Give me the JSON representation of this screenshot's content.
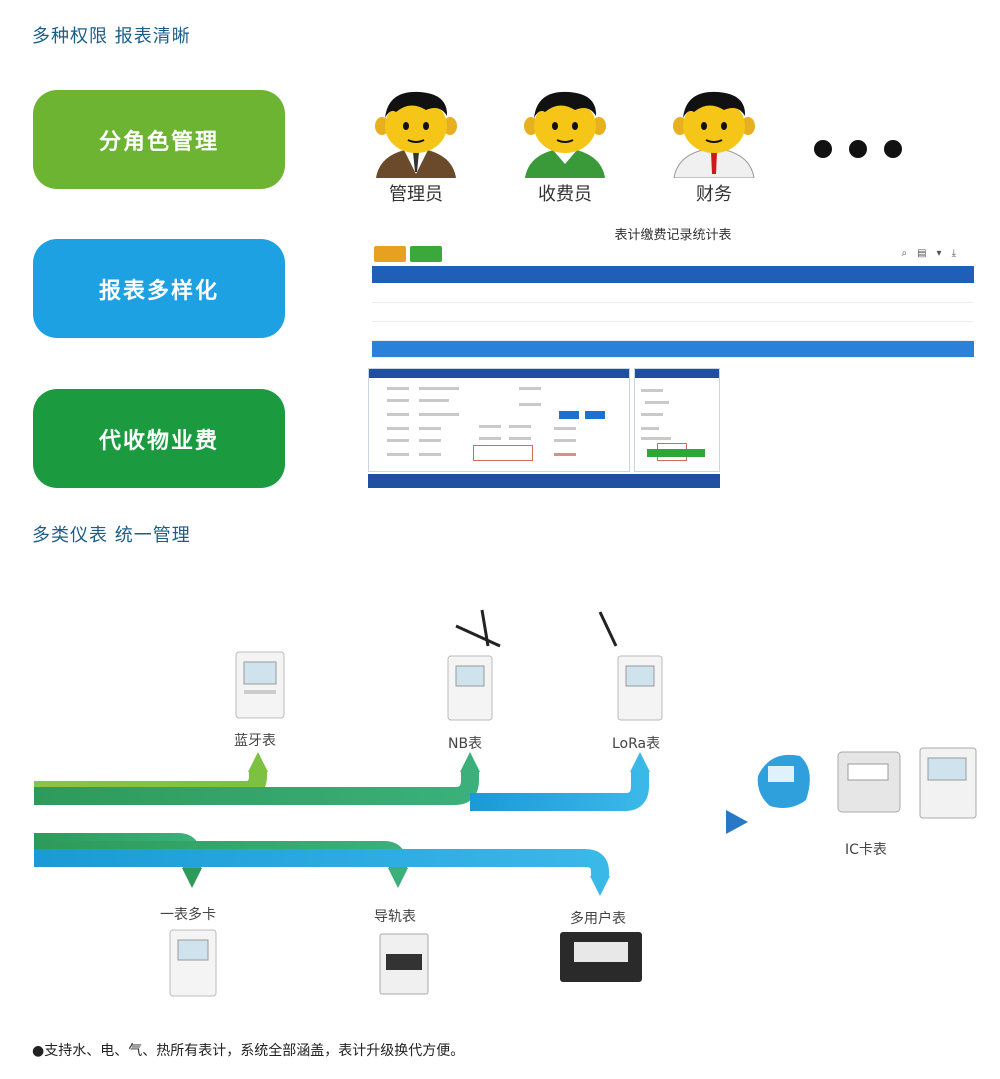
{
  "section1_title": "多种权限  报表清晰",
  "pills": [
    "分角色管理",
    "报表多样化",
    "代收物业费"
  ],
  "roles": [
    "管理员",
    "收费员",
    "财务"
  ],
  "report": {
    "title": "表计缴费记录统计表",
    "columns": [
      "",
      "",
      "",
      "",
      "",
      "",
      "",
      "",
      ""
    ],
    "rows": [
      [
        "",
        "",
        "",
        "",
        "",
        "",
        "",
        "",
        ""
      ],
      [
        "",
        "",
        "",
        "",
        "",
        "",
        "",
        "",
        ""
      ],
      [
        "",
        "",
        "",
        "",
        "",
        "",
        "",
        "",
        ""
      ]
    ]
  },
  "section2_title": "多类仪表  统一管理",
  "meters": {
    "bluetooth": "蓝牙表",
    "nb": "NB表",
    "lora": "LoRa表",
    "ic": "IC卡表",
    "one_meter_multi_card": "一表多卡",
    "din_rail": "导轨表",
    "multi_user": "多用户表"
  },
  "footnote": "●支持水、电、气、热所有表计，系统全部涵盖，表计升级换代方便。",
  "colors": {
    "green_light": "#6cb432",
    "blue": "#1da1e3",
    "green_dark": "#1c9a3f",
    "title_blue": "#1a5e8a"
  }
}
